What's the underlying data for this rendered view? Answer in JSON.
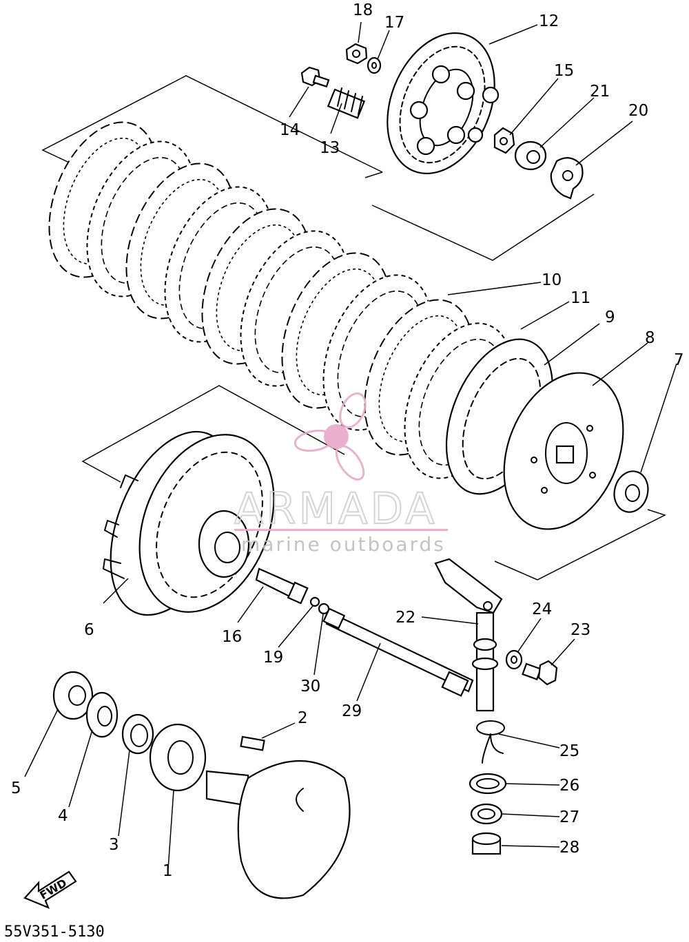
{
  "diagram_code": "55V351-5130",
  "fwd_label": "FWD",
  "watermark": {
    "brand": "ARMADA",
    "tagline": "marine outboards",
    "accent_color": "#e7a9c8"
  },
  "parts": [
    {
      "id": "p18",
      "num": "18"
    },
    {
      "id": "p17",
      "num": "17"
    },
    {
      "id": "p12",
      "num": "12"
    },
    {
      "id": "p15",
      "num": "15"
    },
    {
      "id": "p21",
      "num": "21"
    },
    {
      "id": "p20",
      "num": "20"
    },
    {
      "id": "p14",
      "num": "14"
    },
    {
      "id": "p13",
      "num": "13"
    },
    {
      "id": "p10",
      "num": "10"
    },
    {
      "id": "p11",
      "num": "11"
    },
    {
      "id": "p9",
      "num": "9"
    },
    {
      "id": "p8",
      "num": "8"
    },
    {
      "id": "p7",
      "num": "7"
    },
    {
      "id": "p6",
      "num": "6"
    },
    {
      "id": "p16",
      "num": "16"
    },
    {
      "id": "p19",
      "num": "19"
    },
    {
      "id": "p30",
      "num": "30"
    },
    {
      "id": "p29",
      "num": "29"
    },
    {
      "id": "p22",
      "num": "22"
    },
    {
      "id": "p24",
      "num": "24"
    },
    {
      "id": "p23",
      "num": "23"
    },
    {
      "id": "p25",
      "num": "25"
    },
    {
      "id": "p26",
      "num": "26"
    },
    {
      "id": "p27",
      "num": "27"
    },
    {
      "id": "p28",
      "num": "28"
    },
    {
      "id": "p2",
      "num": "2"
    },
    {
      "id": "p5",
      "num": "5"
    },
    {
      "id": "p4",
      "num": "4"
    },
    {
      "id": "p3",
      "num": "3"
    },
    {
      "id": "p1",
      "num": "1"
    }
  ]
}
